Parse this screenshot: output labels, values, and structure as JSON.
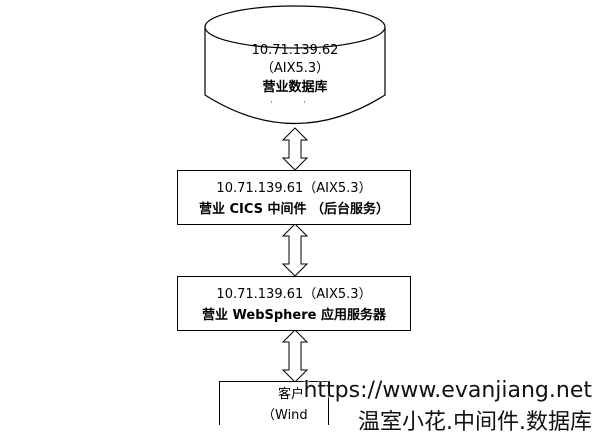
{
  "database": {
    "ip": "10.71.139.62",
    "os": "（AIX5.3）",
    "name": "营业数据库",
    "extra": "· ·"
  },
  "cics_server": {
    "ip_os": "10.71.139.61（AIX5.3）",
    "name": "营业 CICS 中间件 （后台服务）"
  },
  "websphere_server": {
    "ip_os": "10.71.139.61（AIX5.3）",
    "name": "营业 WebSphere 应用服务器"
  },
  "client": {
    "name": "客户",
    "os": "（Wind"
  },
  "watermark": {
    "url": "https://www.evanjiang.net",
    "caption": "温室小花.中间件.数据库"
  }
}
